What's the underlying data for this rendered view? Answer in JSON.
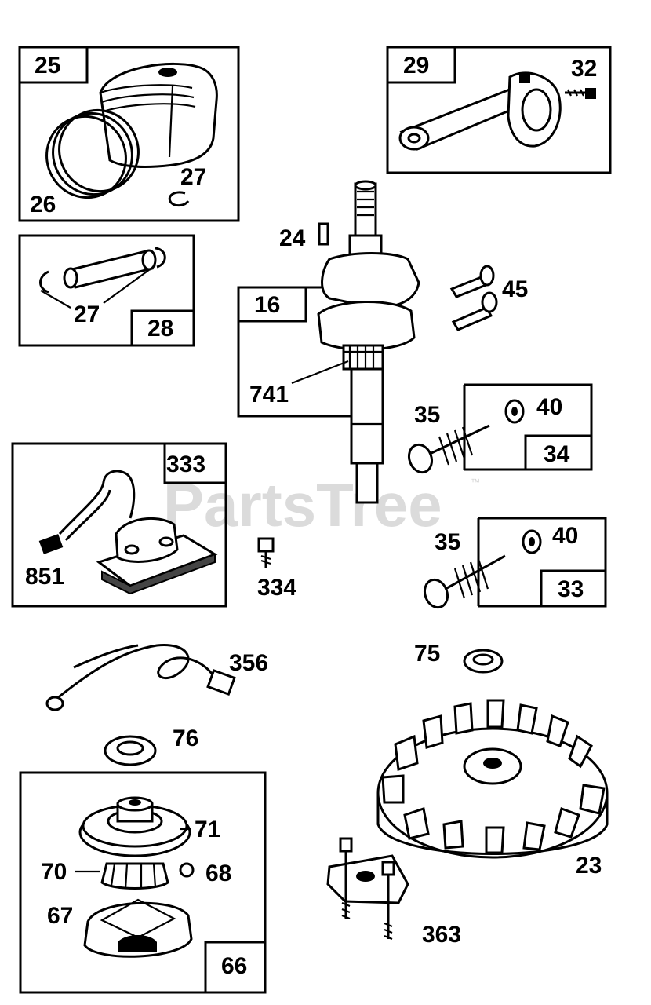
{
  "diagram": {
    "watermark": "PartsTree",
    "watermark_tm": "™",
    "labels": {
      "p25": "25",
      "p26": "26",
      "p27a": "27",
      "p29": "29",
      "p32": "32",
      "p24": "24",
      "p27b": "27",
      "p28": "28",
      "p16": "16",
      "p45": "45",
      "p741": "741",
      "p35a": "35",
      "p40a": "40",
      "p34": "34",
      "p333": "333",
      "p851": "851",
      "p334": "334",
      "p35b": "35",
      "p40b": "40",
      "p33": "33",
      "p356": "356",
      "p75": "75",
      "p76": "76",
      "p71": "71",
      "p70": "70",
      "p68": "68",
      "p67": "67",
      "p66": "66",
      "p23": "23",
      "p363": "363"
    },
    "colors": {
      "ink": "#000000",
      "paper": "#ffffff",
      "watermark": "#c8c8c8"
    }
  }
}
